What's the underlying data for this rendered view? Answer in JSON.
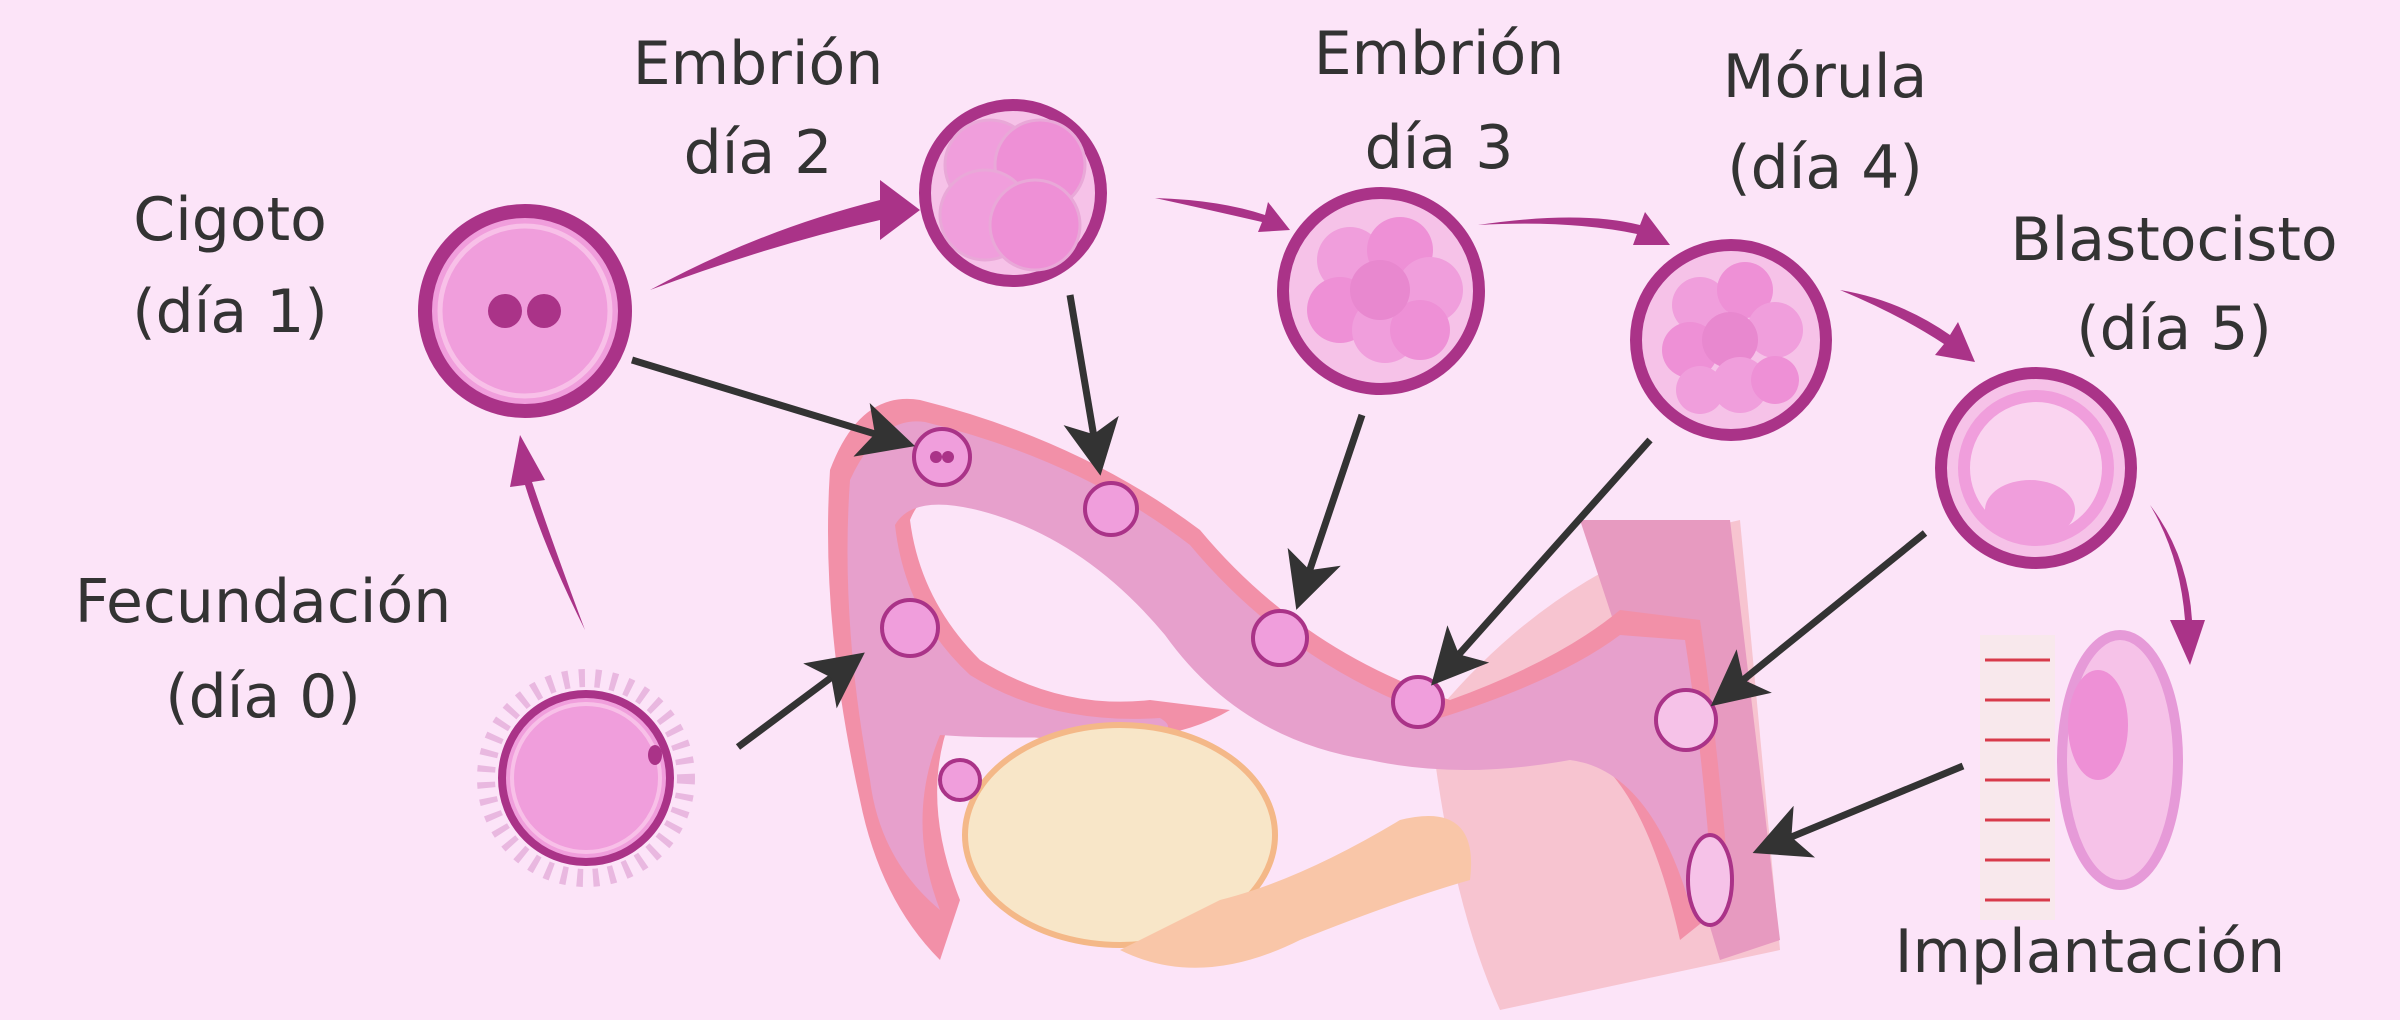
{
  "labels": {
    "cigoto": {
      "line1": "Cigoto",
      "line2": "(día 1)"
    },
    "dia2": {
      "line1": "Embrión",
      "line2": "día 2"
    },
    "dia3": {
      "line1": "Embrión",
      "line2": "día 3"
    },
    "morula": {
      "line1": "Mórula",
      "line2": "(día 4)"
    },
    "blastocisto": {
      "line1": "Blastocisto",
      "line2": "(día 5)"
    },
    "fecundacion": {
      "line1": "Fecundación",
      "line2": "(día 0)"
    },
    "implantacion": "Implantación"
  },
  "colors": {
    "background": "#fce4f8",
    "accent": "#aa3388",
    "cell": "#f09edc",
    "tube": "#e9a0cc",
    "arrow": "#333333",
    "ovary": "#f8e6c8"
  }
}
